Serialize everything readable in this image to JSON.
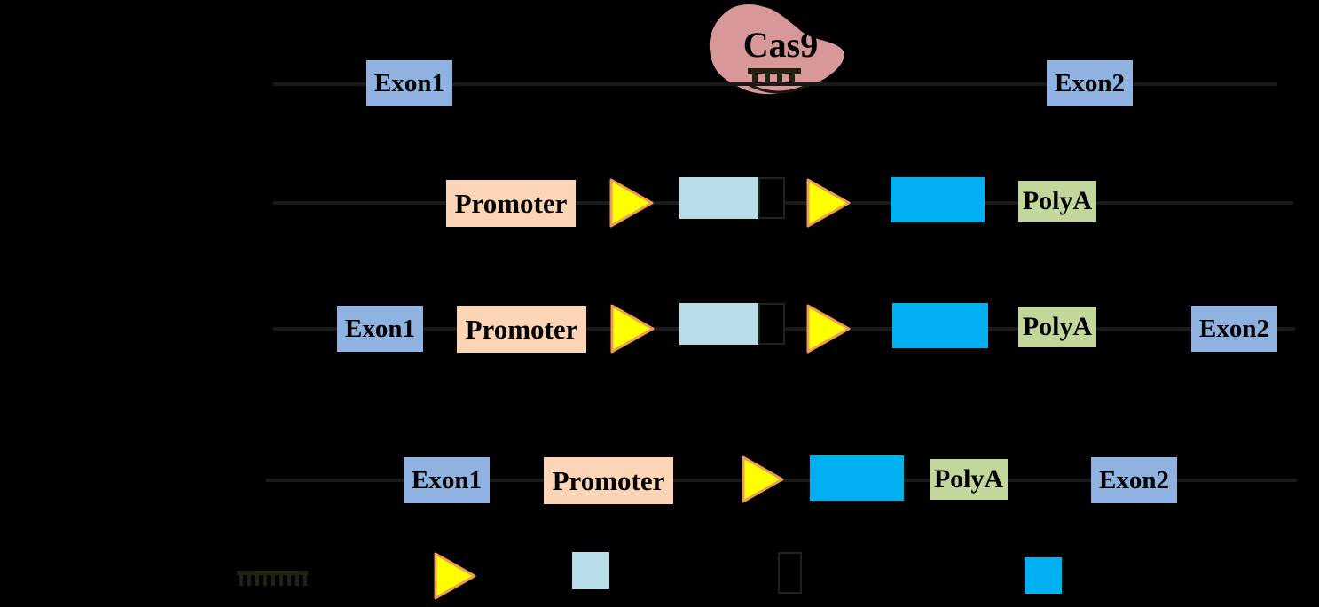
{
  "diagram": {
    "labels": {
      "cas9": "Cas9",
      "exon1": "Exon1",
      "exon2": "Exon2",
      "promoter": "Promoter",
      "polya": "PolyA"
    },
    "colors": {
      "background": "#000000",
      "dna-line": "#1a1a1a",
      "exon-box": "#8fb2e0",
      "promoter-box": "#fbd5b5",
      "polya-box": "#c3d69b",
      "coding-box-light": "#b7dee8",
      "coding-box-blue": "#00b0f0",
      "stop-box-fill": "#000000",
      "stop-box-border": "#262213",
      "triangle-fill": "#ffff00",
      "triangle-border": "#ef9a58",
      "cas9-blob": "#d89799",
      "sgrna-comb": "#232110",
      "label-text": "#000000"
    },
    "legend_icons": [
      "sgrna-comb-icon",
      "yellow-triangle-icon",
      "light-blue-box-icon",
      "stop-cassette-box-icon",
      "blue-box-icon"
    ]
  }
}
